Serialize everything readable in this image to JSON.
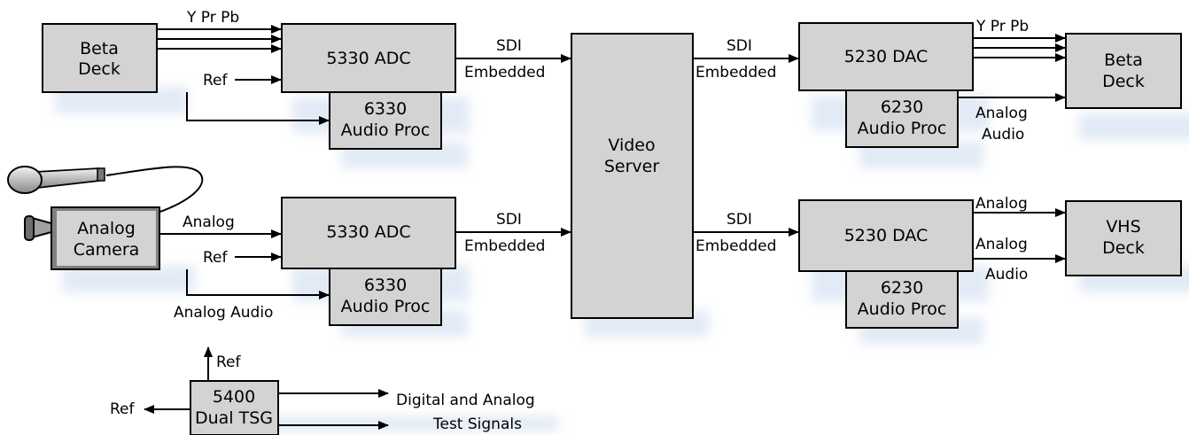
{
  "nodes": {
    "beta_deck_in": {
      "line1": "Beta",
      "line2": "Deck"
    },
    "adc_top": {
      "label": "5330 ADC"
    },
    "audio_proc_6330_top": {
      "line1": "6330",
      "line2": "Audio Proc"
    },
    "video_server": {
      "line1": "Video",
      "line2": "Server"
    },
    "dac_top": {
      "label": "5230 DAC"
    },
    "audio_proc_6230_top": {
      "line1": "6230",
      "line2": "Audio Proc"
    },
    "beta_deck_out": {
      "line1": "Beta",
      "line2": "Deck"
    },
    "analog_camera": {
      "line1": "Analog",
      "line2": "Camera"
    },
    "adc_bottom": {
      "label": "5330 ADC"
    },
    "audio_proc_6330_bottom": {
      "line1": "6330",
      "line2": "Audio Proc"
    },
    "dac_bottom": {
      "label": "5230 DAC"
    },
    "audio_proc_6230_bottom": {
      "line1": "6230",
      "line2": "Audio Proc"
    },
    "vhs_deck": {
      "line1": "VHS",
      "line2": "Deck"
    },
    "tsg": {
      "line1": "5400",
      "line2": "Dual TSG"
    }
  },
  "labels": {
    "ypp_in": "Y Pr Pb",
    "ref_top": "Ref",
    "sdi_top_left_1": "SDI",
    "sdi_top_left_2": "Embedded",
    "sdi_top_right_1": "SDI",
    "sdi_top_right_2": "Embedded",
    "ypp_out": "Y Pr Pb",
    "analog_audio_top_1": "Analog",
    "analog_audio_top_2": "Audio",
    "analog_cam": "Analog",
    "ref_bottom": "Ref",
    "analog_audio_cam": "Analog Audio",
    "sdi_bot_left_1": "SDI",
    "sdi_bot_left_2": "Embedded",
    "sdi_bot_right_1": "SDI",
    "sdi_bot_right_2": "Embedded",
    "analog_vhs": "Analog",
    "analog_audio_vhs_1": "Analog",
    "analog_audio_vhs_2": "Audio",
    "ref_up": "Ref",
    "ref_left": "Ref",
    "test_signals_1": "Digital and Analog",
    "test_signals_2": "Test Signals"
  },
  "icons": {
    "microphone": "microphone-icon",
    "camera_lens": "camera-lens-icon"
  },
  "colors": {
    "box_fill": "#d3d3d3",
    "shadow": "#c9d9ee"
  }
}
